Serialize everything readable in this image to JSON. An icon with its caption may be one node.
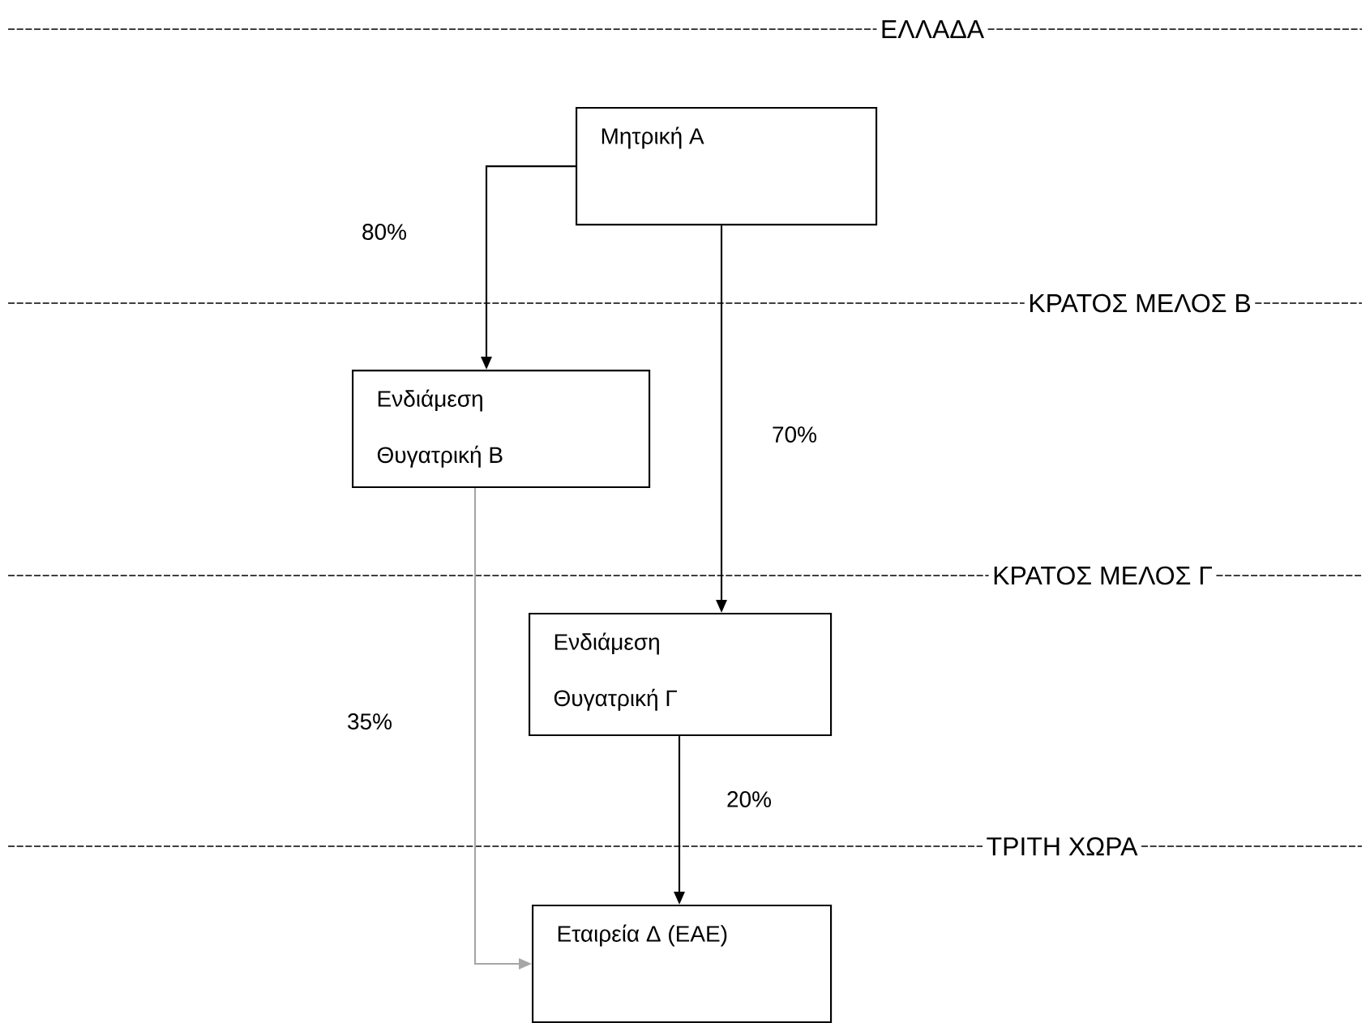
{
  "diagram": {
    "nodes": [
      {
        "text": [
          "Μητρική Α"
        ]
      },
      {
        "text": [
          "Ενδιάμεση Θυγατρική Β"
        ]
      },
      {
        "text": [
          "Ενδιάμεση Θυγατρική Γ"
        ]
      },
      {
        "text": [
          "Εταιρεία Δ (ΕΑΕ)"
        ]
      }
    ],
    "edges": [
      {
        "from": 0,
        "to": 1,
        "arrow": "to",
        "label": "80%"
      },
      {
        "from": 0,
        "to": 2,
        "arrow": "to",
        "label": "70%"
      },
      {
        "from": 1,
        "to": 3,
        "arrow": "to",
        "label": "35%",
        "color": "#a6a6a6"
      },
      {
        "from": 2,
        "to": 3,
        "arrow": "to",
        "label": "20%"
      }
    ],
    "labels": [
      "ΕΛΛΑΔΑ",
      "ΚΡΑΤΟΣ ΜΕΛΟΣ Β",
      "ΚΡΑΤΟΣ ΜΕΛΟΣ Γ",
      "ΤΡΙΤΗ ΧΩΡΑ"
    ]
  }
}
